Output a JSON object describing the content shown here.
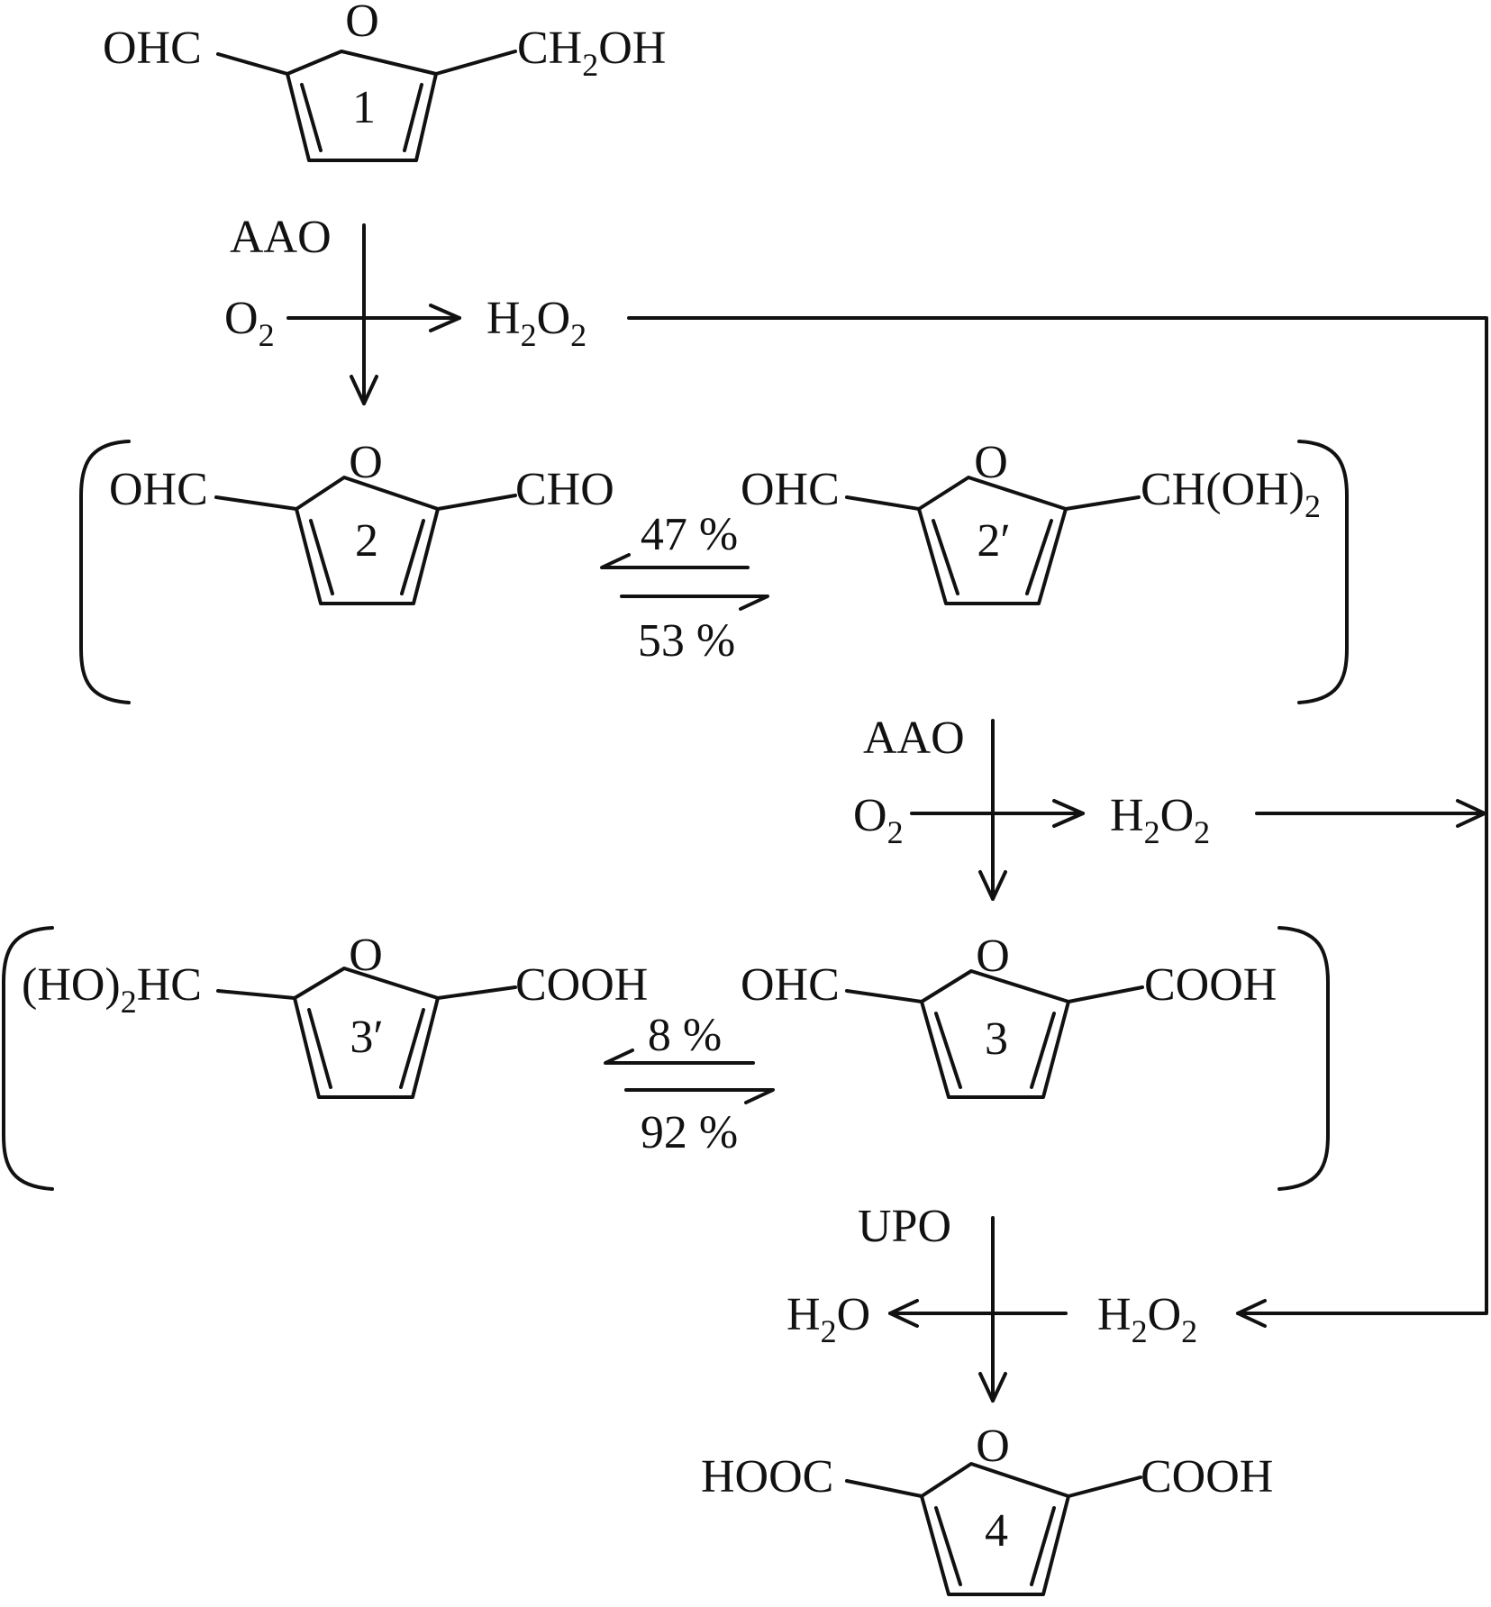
{
  "compounds": {
    "c1": {
      "number": "1",
      "left": "OHC",
      "right_a": "CH",
      "right_sub": "2",
      "right_b": "OH"
    },
    "c2": {
      "number": "2",
      "left": "OHC",
      "right": "CHO"
    },
    "c2p": {
      "number": "2′",
      "left": "OHC",
      "right_a": "CH(OH)",
      "right_sub": "2"
    },
    "c3p": {
      "number": "3′",
      "left_a": "(HO)",
      "left_sub": "2",
      "left_b": "HC",
      "right": "COOH"
    },
    "c3": {
      "number": "3",
      "left": "OHC",
      "right": "COOH"
    },
    "c4": {
      "number": "4",
      "left": "HOOC",
      "right": "COOH"
    },
    "ring_atom": "O"
  },
  "equilibria": {
    "eq1": {
      "top": "47 %",
      "bottom": "53 %"
    },
    "eq2": {
      "top": "8 %",
      "bottom": "92 %"
    }
  },
  "steps": {
    "step1": {
      "enzyme": "AAO",
      "reactant": "O",
      "reactant_sub": "2",
      "product_a": "H",
      "product_sub1": "2",
      "product_b": "O",
      "product_sub2": "2"
    },
    "step2": {
      "enzyme": "AAO",
      "reactant": "O",
      "reactant_sub": "2",
      "product_a": "H",
      "product_sub1": "2",
      "product_b": "O",
      "product_sub2": "2"
    },
    "step3": {
      "enzyme": "UPO",
      "cosub_a": "H",
      "cosub_sub1": "2",
      "cosub_b": "O",
      "cosub_sub2": "2",
      "byproduct_a": "H",
      "byproduct_sub": "2",
      "byproduct_b": "O"
    }
  }
}
